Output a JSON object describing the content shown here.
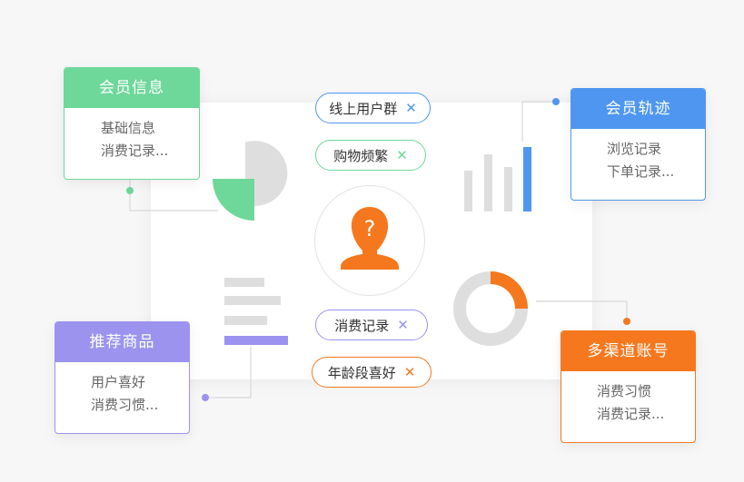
{
  "colors": {
    "green": "#6ed79a",
    "blue": "#4f96f0",
    "purple": "#9b93ee",
    "orange": "#f5781e",
    "gray": "#dedede"
  },
  "cards": {
    "member_info": {
      "title": "会员信息",
      "lines": [
        "基础信息",
        "消费记录..."
      ]
    },
    "member_trace": {
      "title": "会员轨迹",
      "lines": [
        "浏览记录",
        "下单记录..."
      ]
    },
    "recommend": {
      "title": "推荐商品",
      "lines": [
        "用户喜好",
        "消费习惯..."
      ]
    },
    "channels": {
      "title": "多渠道账号",
      "lines": [
        "消费习惯",
        "消费记录..."
      ]
    }
  },
  "tags": {
    "online_group": {
      "label": "线上用户群",
      "close": "✕"
    },
    "frequent_shopping": {
      "label": "购物频繁",
      "close": "✕"
    },
    "consumption_record": {
      "label": "消费记录",
      "close": "✕"
    },
    "age_preference": {
      "label": "年龄段喜好",
      "close": "✕"
    }
  },
  "avatar": {
    "glyph": "?"
  },
  "icons": [
    "user-question-icon",
    "pie-chart-icon",
    "bar-chart-icon",
    "donut-chart-icon",
    "list-lines-icon",
    "close-icon"
  ]
}
